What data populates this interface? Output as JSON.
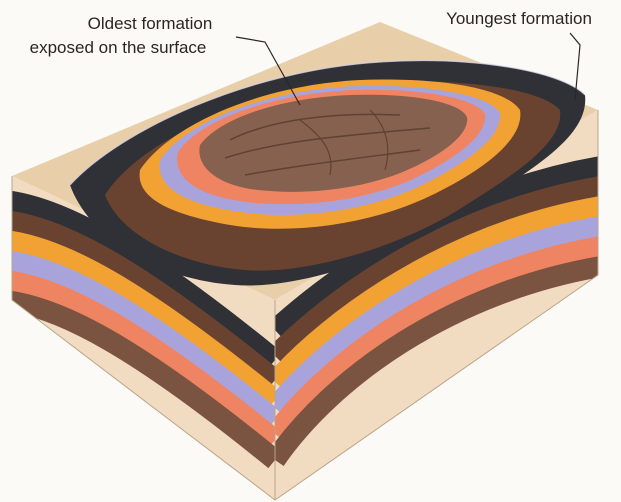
{
  "labels": {
    "oldest_line1": "Oldest formation",
    "oldest_line2": "exposed on the surface",
    "youngest": "Youngest formation"
  },
  "layers": [
    {
      "name": "dark-grey",
      "color": "#2f3137"
    },
    {
      "name": "brown",
      "color": "#6a4330"
    },
    {
      "name": "orange",
      "color": "#f2a233"
    },
    {
      "name": "lavender",
      "color": "#a9a3dc"
    },
    {
      "name": "salmon",
      "color": "#ef8462"
    },
    {
      "name": "dark-brown",
      "color": "#7a5440"
    }
  ],
  "colors": {
    "surface": "#e8cfa9",
    "ground": "#f2dcc1",
    "core": "#86614f",
    "core_texture": "#5f4233",
    "background": "#fbfaf7"
  }
}
